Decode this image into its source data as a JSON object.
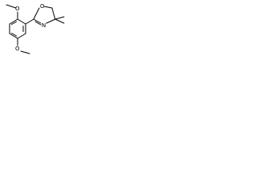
{
  "structure": {
    "atoms": {
      "methoxy_top_oxygen": "O",
      "methoxy_bottom_oxygen": "O",
      "ring_oxygen": "O",
      "ring_nitrogen": "N"
    },
    "colors": {
      "bond": "#000000",
      "label": "#000000",
      "background": "#ffffff"
    }
  }
}
